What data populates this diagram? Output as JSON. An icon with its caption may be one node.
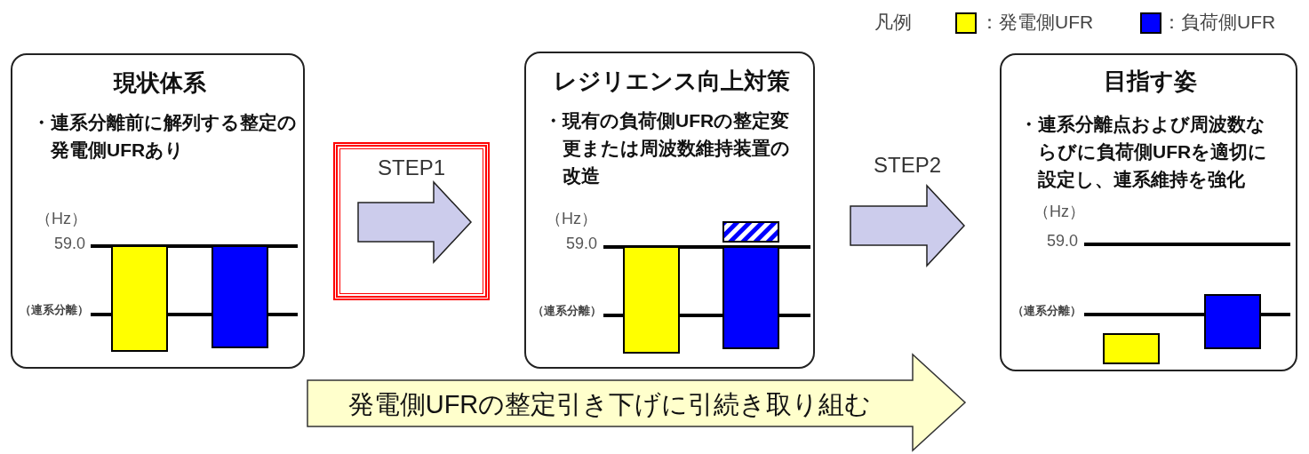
{
  "diagram": {
    "nodes": [
      {
        "text": [
          "現状体系",
          "・連系分離前に解列する整定の発電側UFRあり",
          "（Hz）",
          "59.0",
          "（連系分離）"
        ]
      },
      {
        "text": [
          "レジリエンス向上対策",
          "・現有の負荷側UFRの整定変更または周波数維持装置の改造",
          "（Hz）",
          "59.0",
          "（連系分離）"
        ]
      },
      {
        "text": [
          "目指す姿",
          "・連系分離点および周波数ならびに負荷側UFRを適切に設定し、連系維持を強化",
          "（Hz）",
          "59.0",
          "（連系分離）"
        ]
      },
      {
        "text": [
          "STEP1"
        ]
      },
      {
        "text": [
          "発電側UFRの整定引き下げに引続き取り組む"
        ]
      }
    ],
    "edges": [
      {
        "from": 0,
        "to": 1,
        "arrow": "to"
      },
      {
        "from": 1,
        "to": 2,
        "arrow": "to",
        "label": "STEP2"
      }
    ],
    "labels": [
      "凡例"
    ],
    "legend": [
      {
        "text": "：発電側UFR",
        "color": "#ffff00"
      },
      {
        "text": "：負荷側UFR",
        "color": "#0000ff"
      }
    ]
  }
}
